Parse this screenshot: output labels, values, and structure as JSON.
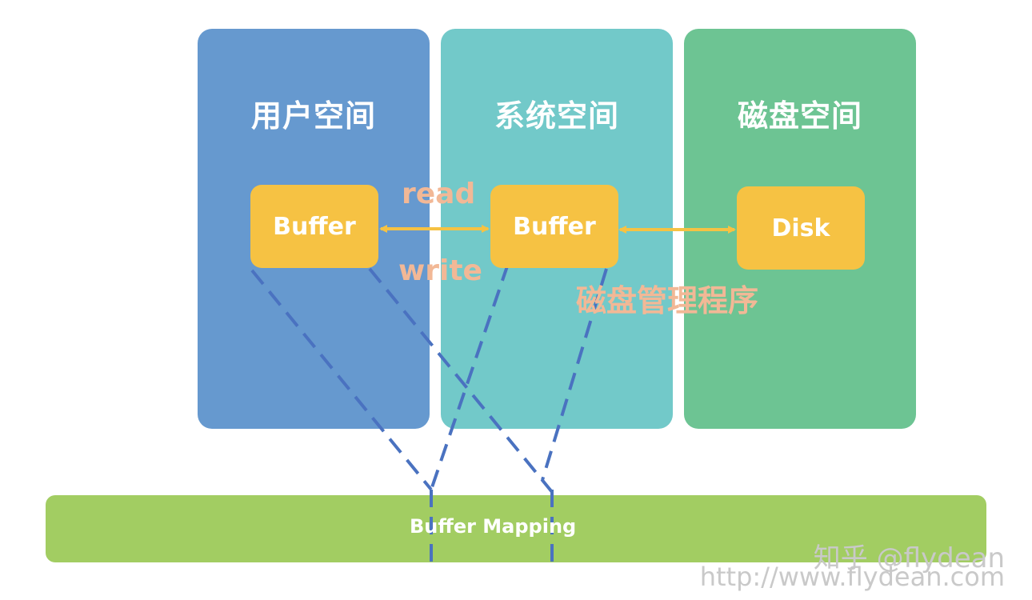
{
  "panels": {
    "user_space": {
      "title": "用户空间",
      "color": "#6699cf"
    },
    "system_space": {
      "title": "系统空间",
      "color": "#72c9c9"
    },
    "disk_space": {
      "title": "磁盘空间",
      "color": "#6dc493"
    }
  },
  "boxes": {
    "user_buffer": "Buffer",
    "system_buffer": "Buffer",
    "disk": "Disk"
  },
  "labels": {
    "read": "read",
    "write": "write",
    "disk_manager": "磁盘管理程序"
  },
  "mapping": {
    "label": "Buffer Mapping",
    "color": "#a2cd62"
  },
  "watermark": {
    "line1": "知乎 @flydean",
    "line2": "http://www.flydean.com"
  },
  "colors": {
    "buffer_box": "#f6c243",
    "arrow": "#f6c243",
    "dashed_line": "#4a72c0",
    "label_text": "#f2b896"
  }
}
